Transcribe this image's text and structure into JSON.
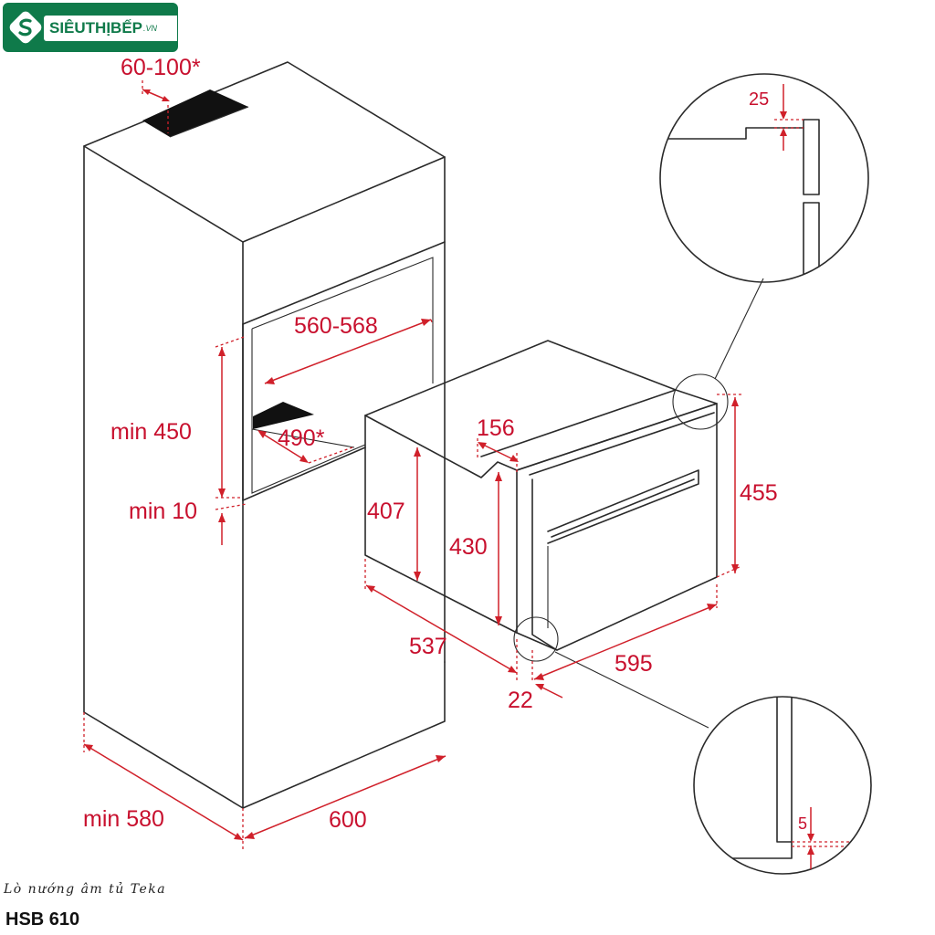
{
  "brand": {
    "logo_text": "SIÊUTHỊBẾP",
    "logo_suffix": ".VN"
  },
  "caption": "Lò nướng âm tủ Teka",
  "model": "HSB 610",
  "colors": {
    "dimension": "#c8102e",
    "line": "#2a2a2a",
    "brand": "#0f7a4a"
  },
  "icons": {
    "logo": "s-logo-icon"
  },
  "dimensions": {
    "vent_gap": "60-100*",
    "niche_width": "560-568",
    "niche_height": "min 450",
    "vent_depth": "490*",
    "bottom_gap": "min 10",
    "cabinet_depth": "min 580",
    "cabinet_width": "600",
    "oven_depth": "537",
    "oven_body_height": "407",
    "oven_inner_height": "430",
    "oven_height": "455",
    "oven_width": "595",
    "front_thickness": "22",
    "top_offset": "156",
    "detail_top_gap": "25",
    "detail_bottom_gap": "5"
  }
}
